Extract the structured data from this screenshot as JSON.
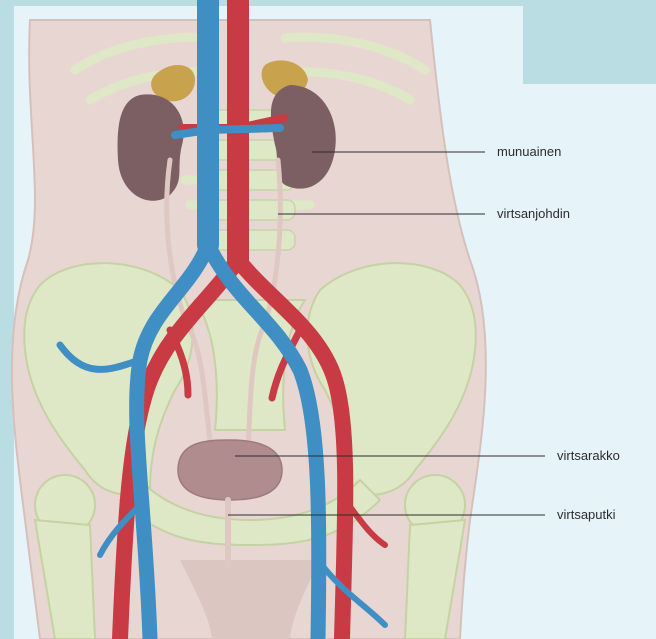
{
  "labels": {
    "kidney": "munuainen",
    "ureter": "virtsanjohdin",
    "bladder": "virtsarakko",
    "urethra": "virtsaputki"
  },
  "colors": {
    "background": "#b9dde2",
    "panel": "#e6f4fa",
    "skin": "#e8d6d2",
    "bone": "#dfe8c6",
    "artery": "#c83a44",
    "vein": "#3f8fc4",
    "kidney": "#7b5f63",
    "adrenal": "#c9a24e",
    "bladder": "#b08c8f",
    "ureter": "#e0c8c2"
  }
}
